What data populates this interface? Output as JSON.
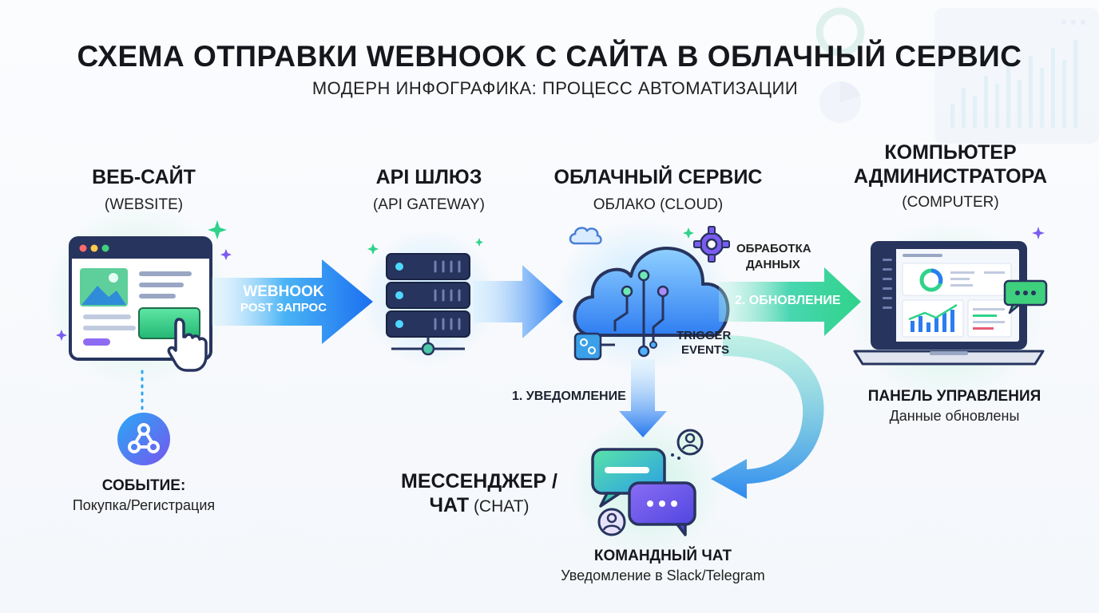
{
  "title": "СХЕМА ОТПРАВКИ WEBHOOK С САЙТА В ОБЛАЧНЫЙ СЕРВИС",
  "subtitle": "МОДЕРН ИНФОГРАФИКА: ПРОЦЕСС АВТОМАТИЗАЦИИ",
  "nodes": {
    "website": {
      "title": "ВЕБ-САЙТ",
      "subtitle": "(WEBSITE)"
    },
    "gateway": {
      "title": "API ШЛЮЗ",
      "subtitle": "(API GATEWAY)"
    },
    "cloud": {
      "title": "ОБЛАЧНЫЙ СЕРВИС",
      "subtitle": "ОБЛАКО (CLOUD)"
    },
    "computer": {
      "title_line1": "КОМПЬЮТЕР",
      "title_line2": "АДМИНИСТРАТОРА",
      "subtitle": "(COMPUTER)"
    }
  },
  "arrows": {
    "webhook_line1": "WEBHOOK",
    "webhook_line2": "POST ЗАПРОС",
    "update": "2. ОБНОВЛЕНИЕ",
    "notify": "1. УВЕДОМЛЕНИЕ"
  },
  "labels": {
    "processing_line1": "ОБРАБОТКА",
    "processing_line2": "ДАННЫХ",
    "trigger_line1": "TRIGGER",
    "trigger_line2": "EVENTS"
  },
  "event": {
    "title": "СОБЫТИЕ:",
    "desc": "Покупка/Регистрация"
  },
  "messenger": {
    "title_line1": "МЕССЕНДЖЕР /",
    "title_line2_bold": "ЧАТ",
    "title_line2_rest": " (CHAT)"
  },
  "team_chat": {
    "title": "КОМАНДНЫЙ ЧАТ",
    "desc": "Уведомление в Slack/Telegram"
  },
  "panel": {
    "title": "ПАНЕЛЬ УПРАВЛЕНИЯ",
    "desc": "Данные обновлены"
  },
  "colors": {
    "blue": "#2b7df0",
    "cyan": "#26c3e6",
    "green": "#2fd38a",
    "purple": "#7b5cf0",
    "navy": "#24305a"
  }
}
